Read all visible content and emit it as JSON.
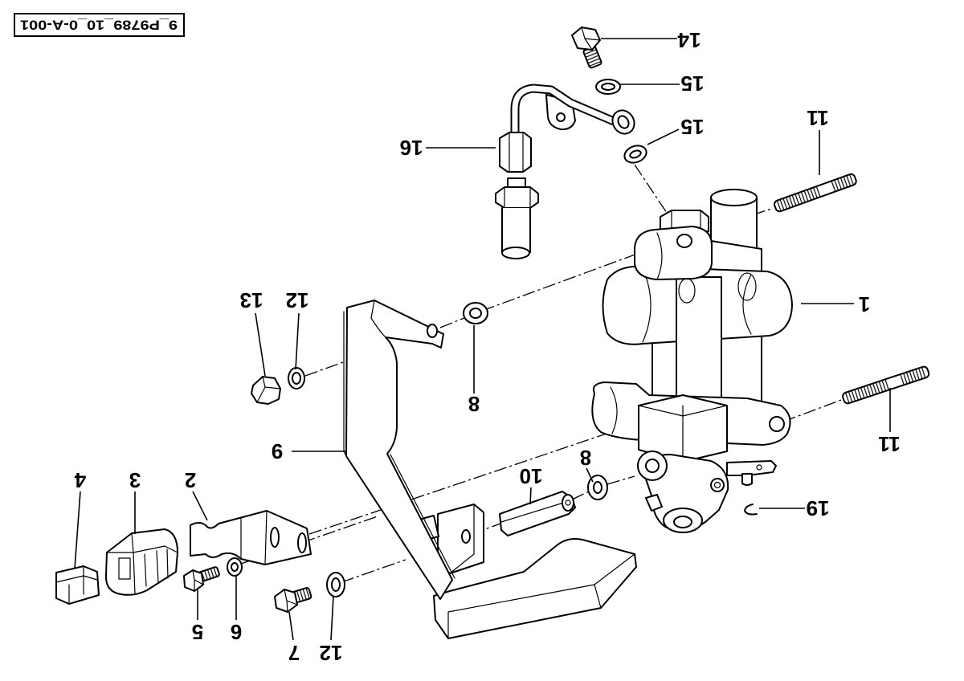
{
  "drawing_code": "9_P9789_10_0-A-001",
  "callouts": [
    "14",
    "15",
    "15",
    "16",
    "11",
    "13",
    "12",
    "8",
    "1",
    "9",
    "11",
    "4",
    "3",
    "2",
    "10",
    "8",
    "19",
    "5",
    "6",
    "7",
    "12"
  ]
}
